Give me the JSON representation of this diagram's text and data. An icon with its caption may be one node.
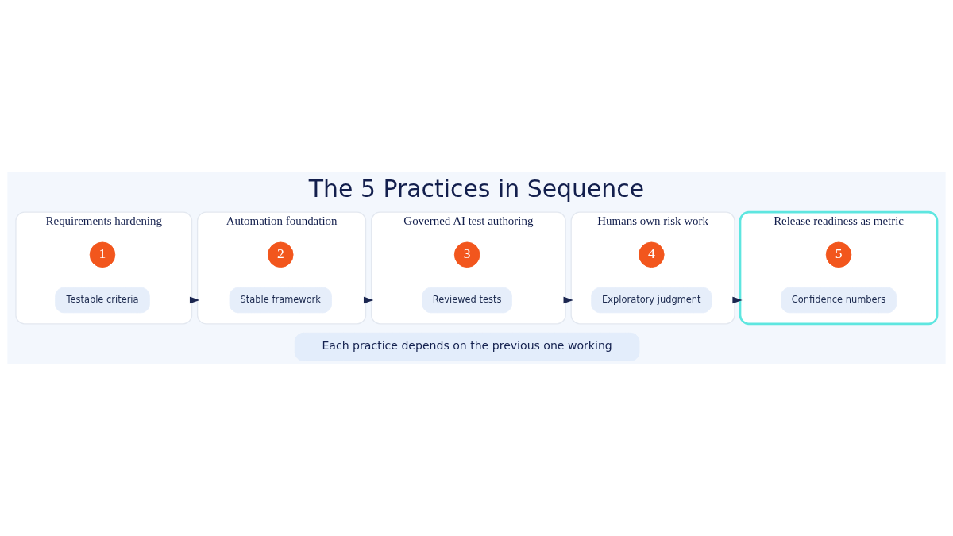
{
  "diagram": {
    "title": "The 5 Practices in Sequence",
    "nodes": [
      {
        "text": [
          "Requirements hardening"
        ]
      },
      {
        "text": [
          "1"
        ],
        "in": 0
      },
      {
        "text": [
          "Testable criteria"
        ],
        "in": 0
      },
      {
        "text": [
          "Automation foundation"
        ]
      },
      {
        "text": [
          "2"
        ],
        "in": 3
      },
      {
        "text": [
          "Stable framework"
        ],
        "in": 3
      },
      {
        "text": [
          "Governed AI test authoring"
        ]
      },
      {
        "text": [
          "3"
        ],
        "in": 6
      },
      {
        "text": [
          "Reviewed tests"
        ],
        "in": 6
      },
      {
        "text": [
          "Humans own risk work"
        ]
      },
      {
        "text": [
          "4"
        ],
        "in": 9
      },
      {
        "text": [
          "Exploratory judgment"
        ],
        "in": 9
      },
      {
        "text": [
          "Release readiness as metric"
        ]
      },
      {
        "text": [
          "5"
        ],
        "in": 12
      },
      {
        "text": [
          "Confidence numbers"
        ],
        "in": 12
      },
      {
        "text": [
          "Each practice depends on the previous one working"
        ]
      }
    ],
    "edges": [
      {
        "from": 0,
        "to": 3,
        "arrow": "to"
      },
      {
        "from": 3,
        "to": 6,
        "arrow": "to"
      },
      {
        "from": 6,
        "to": 9,
        "arrow": "to"
      },
      {
        "from": 9,
        "to": 12,
        "arrow": "to"
      }
    ]
  }
}
